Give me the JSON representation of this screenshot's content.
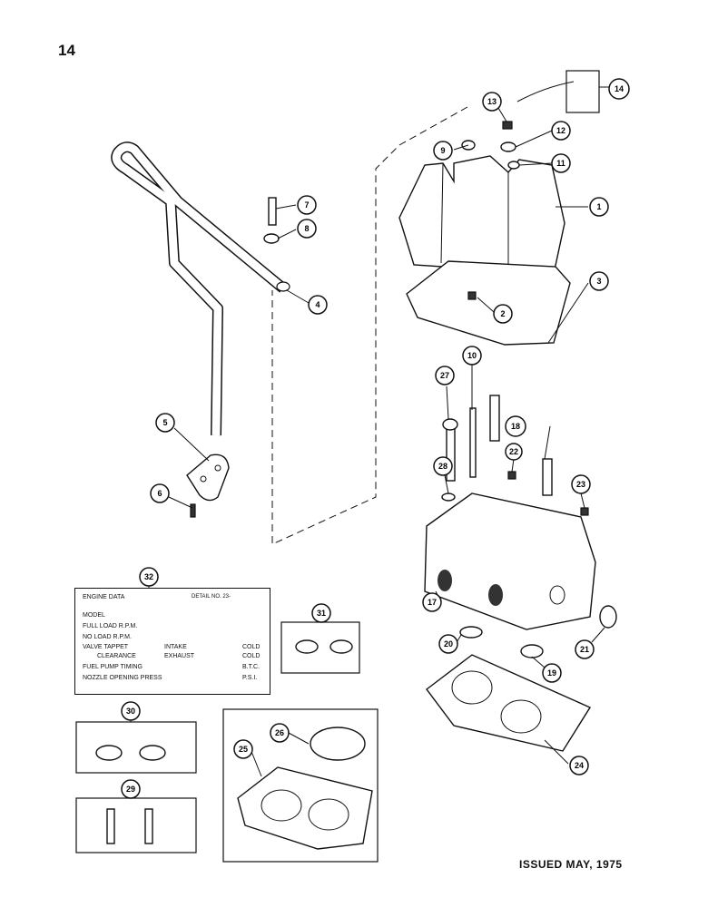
{
  "page": {
    "number": "14",
    "issued": "ISSUED MAY, 1975"
  },
  "engine_data_card": {
    "title": "ENGINE DATA",
    "detail_no": "DETAIL NO. 23-",
    "model": "MODEL",
    "full_load_rpm": "FULL LOAD R.P.M.",
    "no_load_rpm": "NO LOAD R.P.M.",
    "valve_tappet": "VALVE TAPPET",
    "intake": "INTAKE",
    "cold_1": "COLD",
    "clearance": "CLEARANCE",
    "exhaust": "EXHAUST",
    "cold_2": "COLD",
    "fuel_pump_timing": "FUEL PUMP TIMING",
    "btc": "B.T.C.",
    "nozzle_opening_press": "NOZZLE OPENING PRESS",
    "psi": "P.S.I."
  },
  "callouts": [
    "1",
    "2",
    "3",
    "4",
    "5",
    "6",
    "7",
    "8",
    "9",
    "10",
    "11",
    "12",
    "13",
    "14",
    "17",
    "18",
    "19",
    "20",
    "21",
    "22",
    "23",
    "24",
    "25",
    "26",
    "27",
    "28",
    "29",
    "30",
    "31",
    "32"
  ]
}
